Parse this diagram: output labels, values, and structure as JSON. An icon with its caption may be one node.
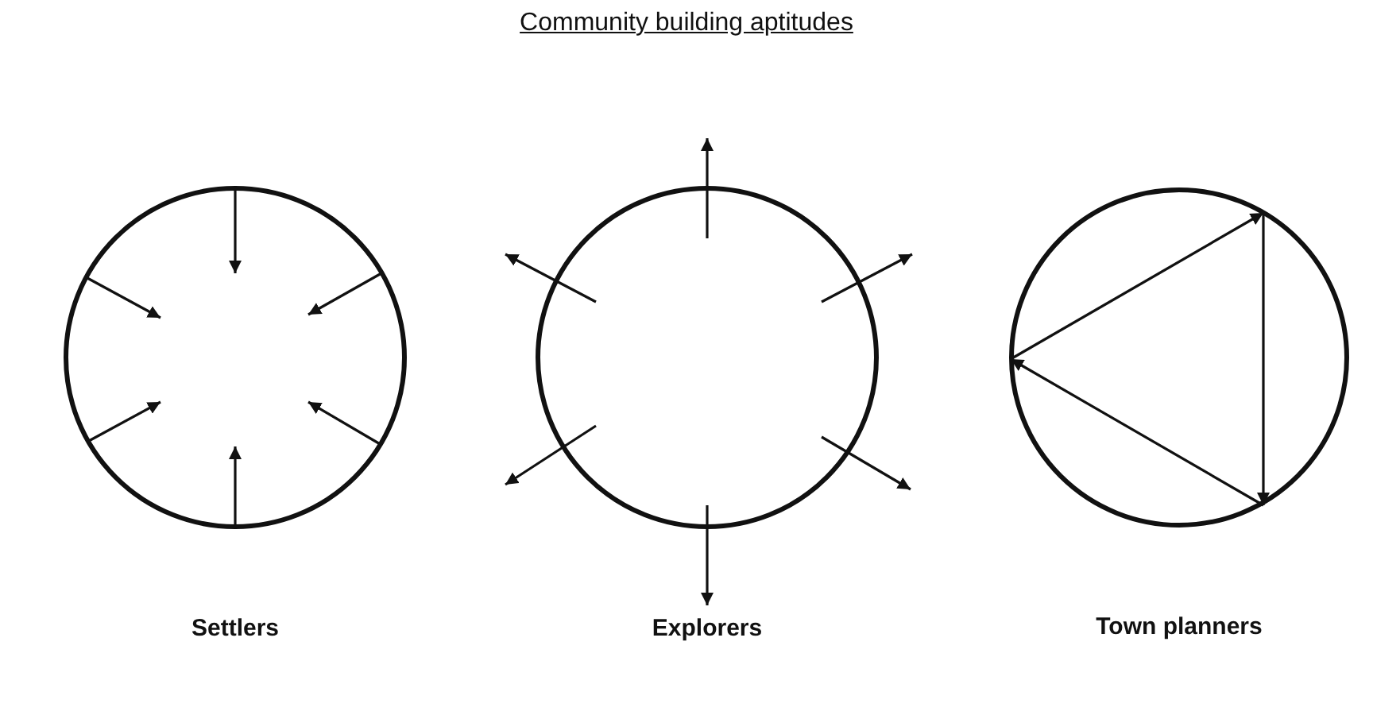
{
  "diagram": {
    "title": "Community building aptitudes",
    "nodes": [
      {
        "text": [],
        "shape": "circle",
        "beside": [
          "Settlers"
        ]
      },
      {
        "text": [],
        "shape": "circle",
        "beside": [
          "Explorers"
        ]
      },
      {
        "text": [],
        "shape": "circle",
        "beside": [
          "Town planners"
        ]
      }
    ]
  }
}
